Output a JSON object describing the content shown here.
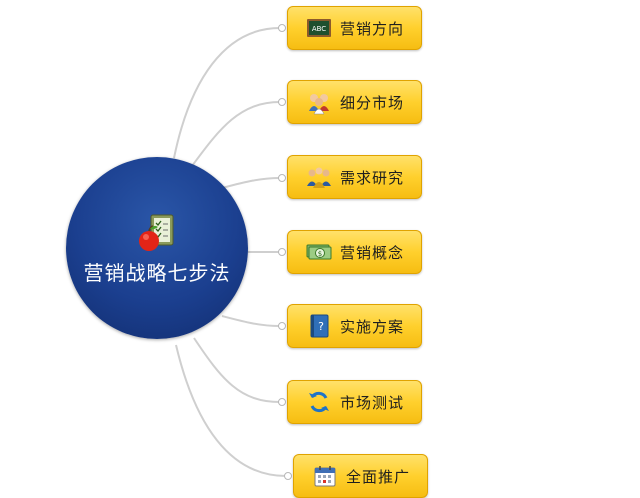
{
  "central_topic": {
    "title": "营销战略七步法",
    "icon": "apple-on-checklist-icon",
    "color": "#1b3f8f"
  },
  "branches": [
    {
      "label": "营销方向",
      "icon": "abc-chalkboard-icon"
    },
    {
      "label": "细分市场",
      "icon": "people-group-icon"
    },
    {
      "label": "需求研究",
      "icon": "team-meeting-icon"
    },
    {
      "label": "营销概念",
      "icon": "dollar-banknote-icon"
    },
    {
      "label": "实施方案",
      "icon": "question-book-icon"
    },
    {
      "label": "市场测试",
      "icon": "refresh-arrows-icon"
    },
    {
      "label": "全面推广",
      "icon": "calendar-icon"
    }
  ],
  "colors": {
    "branch_fill": "#ffd02d",
    "branch_border": "#e0a300",
    "connector": "#c8c8c8"
  }
}
